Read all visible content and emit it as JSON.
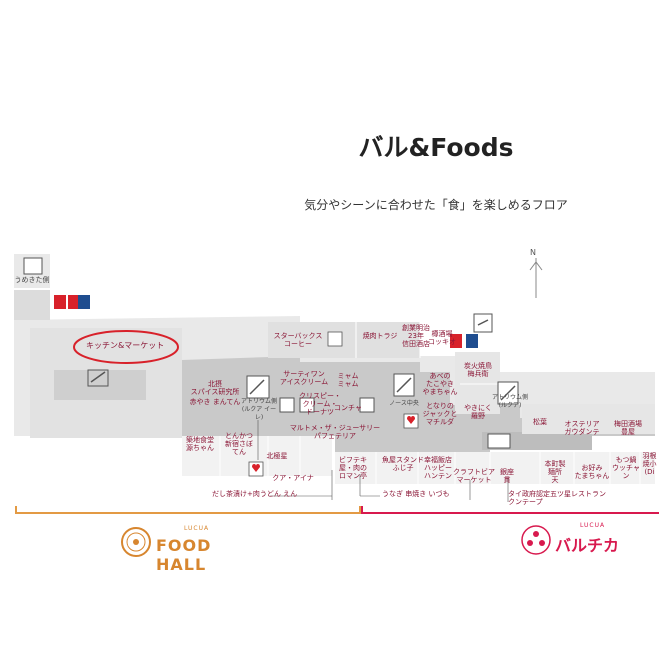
{
  "header": {
    "title": "バル&Foods",
    "subtitle": "気分やシーンに合わせた「食」を楽しめるフロア"
  },
  "compass": {
    "north_label": "N"
  },
  "map": {
    "area_labels": {
      "umekita": "うめきた側",
      "kitchen_market": "キッチン&マーケット"
    },
    "shops": {
      "starbucks": "スターバックス\nコーヒー",
      "yakitori_toraji": "焼肉トラジ",
      "meiji_sake": "創業明治\n23年\n信田酒店",
      "kumegawa": "樽酒場\nコッキオ",
      "hokkaido_spice": "北摂\nスパイス研究所",
      "red_tonkotsu": "赤やき まんてん",
      "atrium1": "アトリウム側\n(ルクア イーレ)",
      "thirty_one": "サーティワン\nアイスクリーム",
      "mimumu": "ミャム\nミャム",
      "crispy_cream": "クリスピー・\nクリーム・\nドーナツ",
      "konchi": "コンチャ",
      "nose_c": "ノース中央",
      "abeno_takoyaki": "あべの\nたこやき\nやまちゃん",
      "tonari_jack": "となりの\nジャックと\nマチルダ",
      "sumibi_yakiniku": "炭火焼鳥\n梅兵衛",
      "yakiniku_keishi": "やきにく\n羅野",
      "atrium2": "アトリウム側\n(ルクア)",
      "matsuba": "松葉",
      "osteria": "オステリア\nガウダンテ",
      "umeda_sakaba": "梅田酒場\n豊屋",
      "tsukiji": "築地食堂\n源ちゃん",
      "tonkatsu": "とんかつ\n新宿さぼ\nてん",
      "marutome": "マルトメ・ザ・ジューサリー\nパフェテリア",
      "hokkaisou": "北極星",
      "queenaina": "クア・アイナ",
      "bifutekiya": "ビフテキ\n屋・肉の\nロマン亭",
      "gyoza_stand": "魚屋スタンド\nふじ子",
      "happy_hantei": "幸福飯店\nハッピー\nハンテン",
      "craft_beer": "クラフトビア\nマーケット",
      "ginza": "銀座\n貫",
      "honmachi": "本町製\n麺所\n天",
      "okonomi": "お好み\nたまちゃん",
      "motsunabe": "もつ鍋\nウッチャン",
      "haneya": "羽根\n焼小\n(Di",
      "dashi_chazuke": "だし茶漬け+肉うどん えん",
      "unagi": "うなぎ 串焼き いづも",
      "tai_ginza": "タイ政府認定五ツ星レストラン\nクンテープ"
    },
    "icon_badges": {
      "noodle_sign": "food",
      "lock_sign": "food"
    }
  },
  "brands": {
    "food_hall_small": "LUCUA",
    "food_hall": "FOOD HALL",
    "barchika_small": "LUCUA",
    "barchika": "バルチカ"
  },
  "colors": {
    "food_hall": "#e39a44",
    "barchika": "#d8194e",
    "shop_text": "#8a1535",
    "floor_dark": "#c9c9c9",
    "floor_light": "#e8e8e8",
    "annotation_circle": "#d8212a"
  }
}
